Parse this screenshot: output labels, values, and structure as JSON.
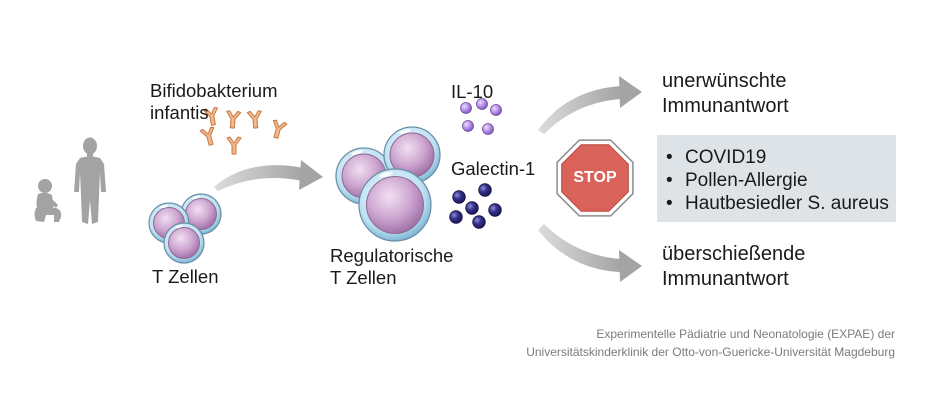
{
  "bacterium_label": {
    "line1": "Bifidobakterium",
    "line2": "infantis"
  },
  "t_cells_label": "T Zellen",
  "regulatory_t_cells_label": {
    "line1": "Regulatorische",
    "line2": "T Zellen"
  },
  "cytokines": {
    "il10": "IL-10",
    "galectin": "Galectin-1"
  },
  "stop_sign": {
    "label": "STOP"
  },
  "outcomes": {
    "unwanted": {
      "line1": "unerwünschte",
      "line2": "Immunantwort"
    },
    "excessive": {
      "line1": "überschießende",
      "line2": "Immunantwort"
    }
  },
  "conditions": [
    "COVID19",
    "Pollen-Allergie",
    "Hautbesiedler S. aureus"
  ],
  "footer": {
    "line1": "Experimentelle Pädiatrie und Neonatologie (EXPAE) der",
    "line2": "Universitätskinderklinik der Otto-von-Guericke-Universität Magdeburg"
  },
  "icons": {
    "child": "child-silhouette-icon",
    "adult": "adult-silhouette-icon",
    "bacterium": "bacterium-icon",
    "cell": "t-cell-icon",
    "arrow": "arrow-icon",
    "stop": "stop-sign-icon",
    "molecule": "molecule-icon"
  },
  "colors": {
    "text": "#1a1a1a",
    "footer_text": "#7b7b7b",
    "box": "#dee3e7",
    "arrow": "#a4a4a4",
    "stop": "#d9625a",
    "silhouette": "#a3a3a3",
    "bacteria": "#f5b88b"
  }
}
